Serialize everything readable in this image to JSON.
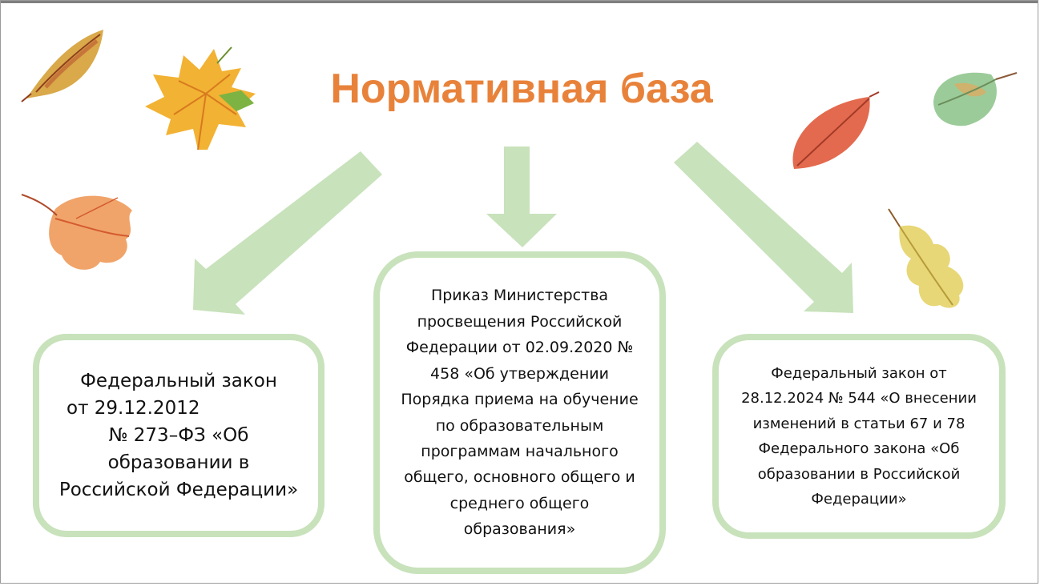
{
  "title": "Нормативная база",
  "colors": {
    "title": "#E8823A",
    "arrow": "#C8E2BB",
    "box_border": "#C8E2BB"
  },
  "boxes": {
    "left": {
      "line1": "Федеральный закон",
      "line2": "от 29.12.2012",
      "line3": "№ 273–ФЗ «Об образовании в Российской Федерации»"
    },
    "center": {
      "text": "Приказ Министерства просвещения Российской Федерации от 02.09.2020 № 458 «Об утверждении Порядка приема на обучение по образовательным программам начального общего, основного общего и среднего общего образования»"
    },
    "right": {
      "text": "Федеральный закон от 28.12.2024 № 544 «О внесении изменений в статьи 67 и 78 Федерального закона «Об образовании в Российской Федерации»"
    }
  },
  "decorations": [
    "autumn-leaf-icon",
    "maple-leaf-icon",
    "arrow-left-down",
    "arrow-down",
    "arrow-right-down"
  ]
}
